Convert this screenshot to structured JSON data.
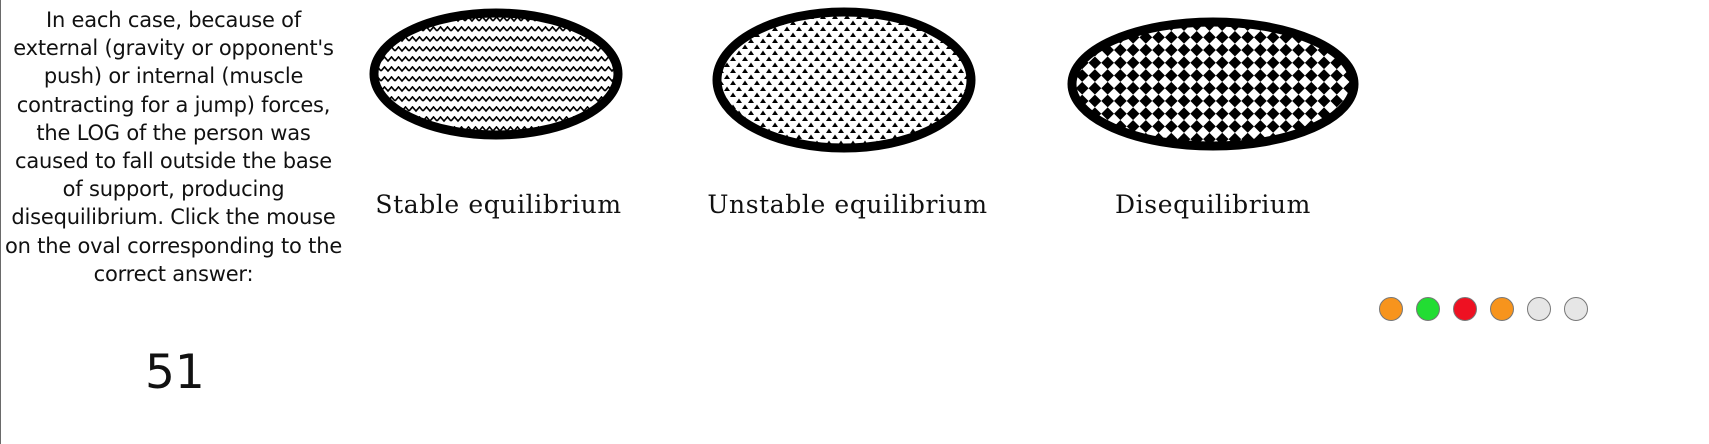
{
  "instruction": "In each case, because of external (gravity or opponent's push) or internal (muscle contracting for a jump) forces, the LOG of the person was caused to fall outside the base of support, producing disequilibrium. Click the mouse on the oval corresponding to the correct answer:",
  "question_number": "51",
  "options": [
    {
      "label": "Stable equilibrium",
      "pattern": "wavy-lines-icon"
    },
    {
      "label": "Unstable equilibrium",
      "pattern": "dotted-triangles-icon"
    },
    {
      "label": "Disequilibrium",
      "pattern": "checkerboard-icon"
    }
  ],
  "progress_dots": [
    {
      "color": "#f7941d"
    },
    {
      "color": "#22dd33"
    },
    {
      "color": "#ee1122"
    },
    {
      "color": "#f7941d"
    },
    {
      "color": "#e6e6e6"
    },
    {
      "color": "#e6e6e6"
    }
  ]
}
